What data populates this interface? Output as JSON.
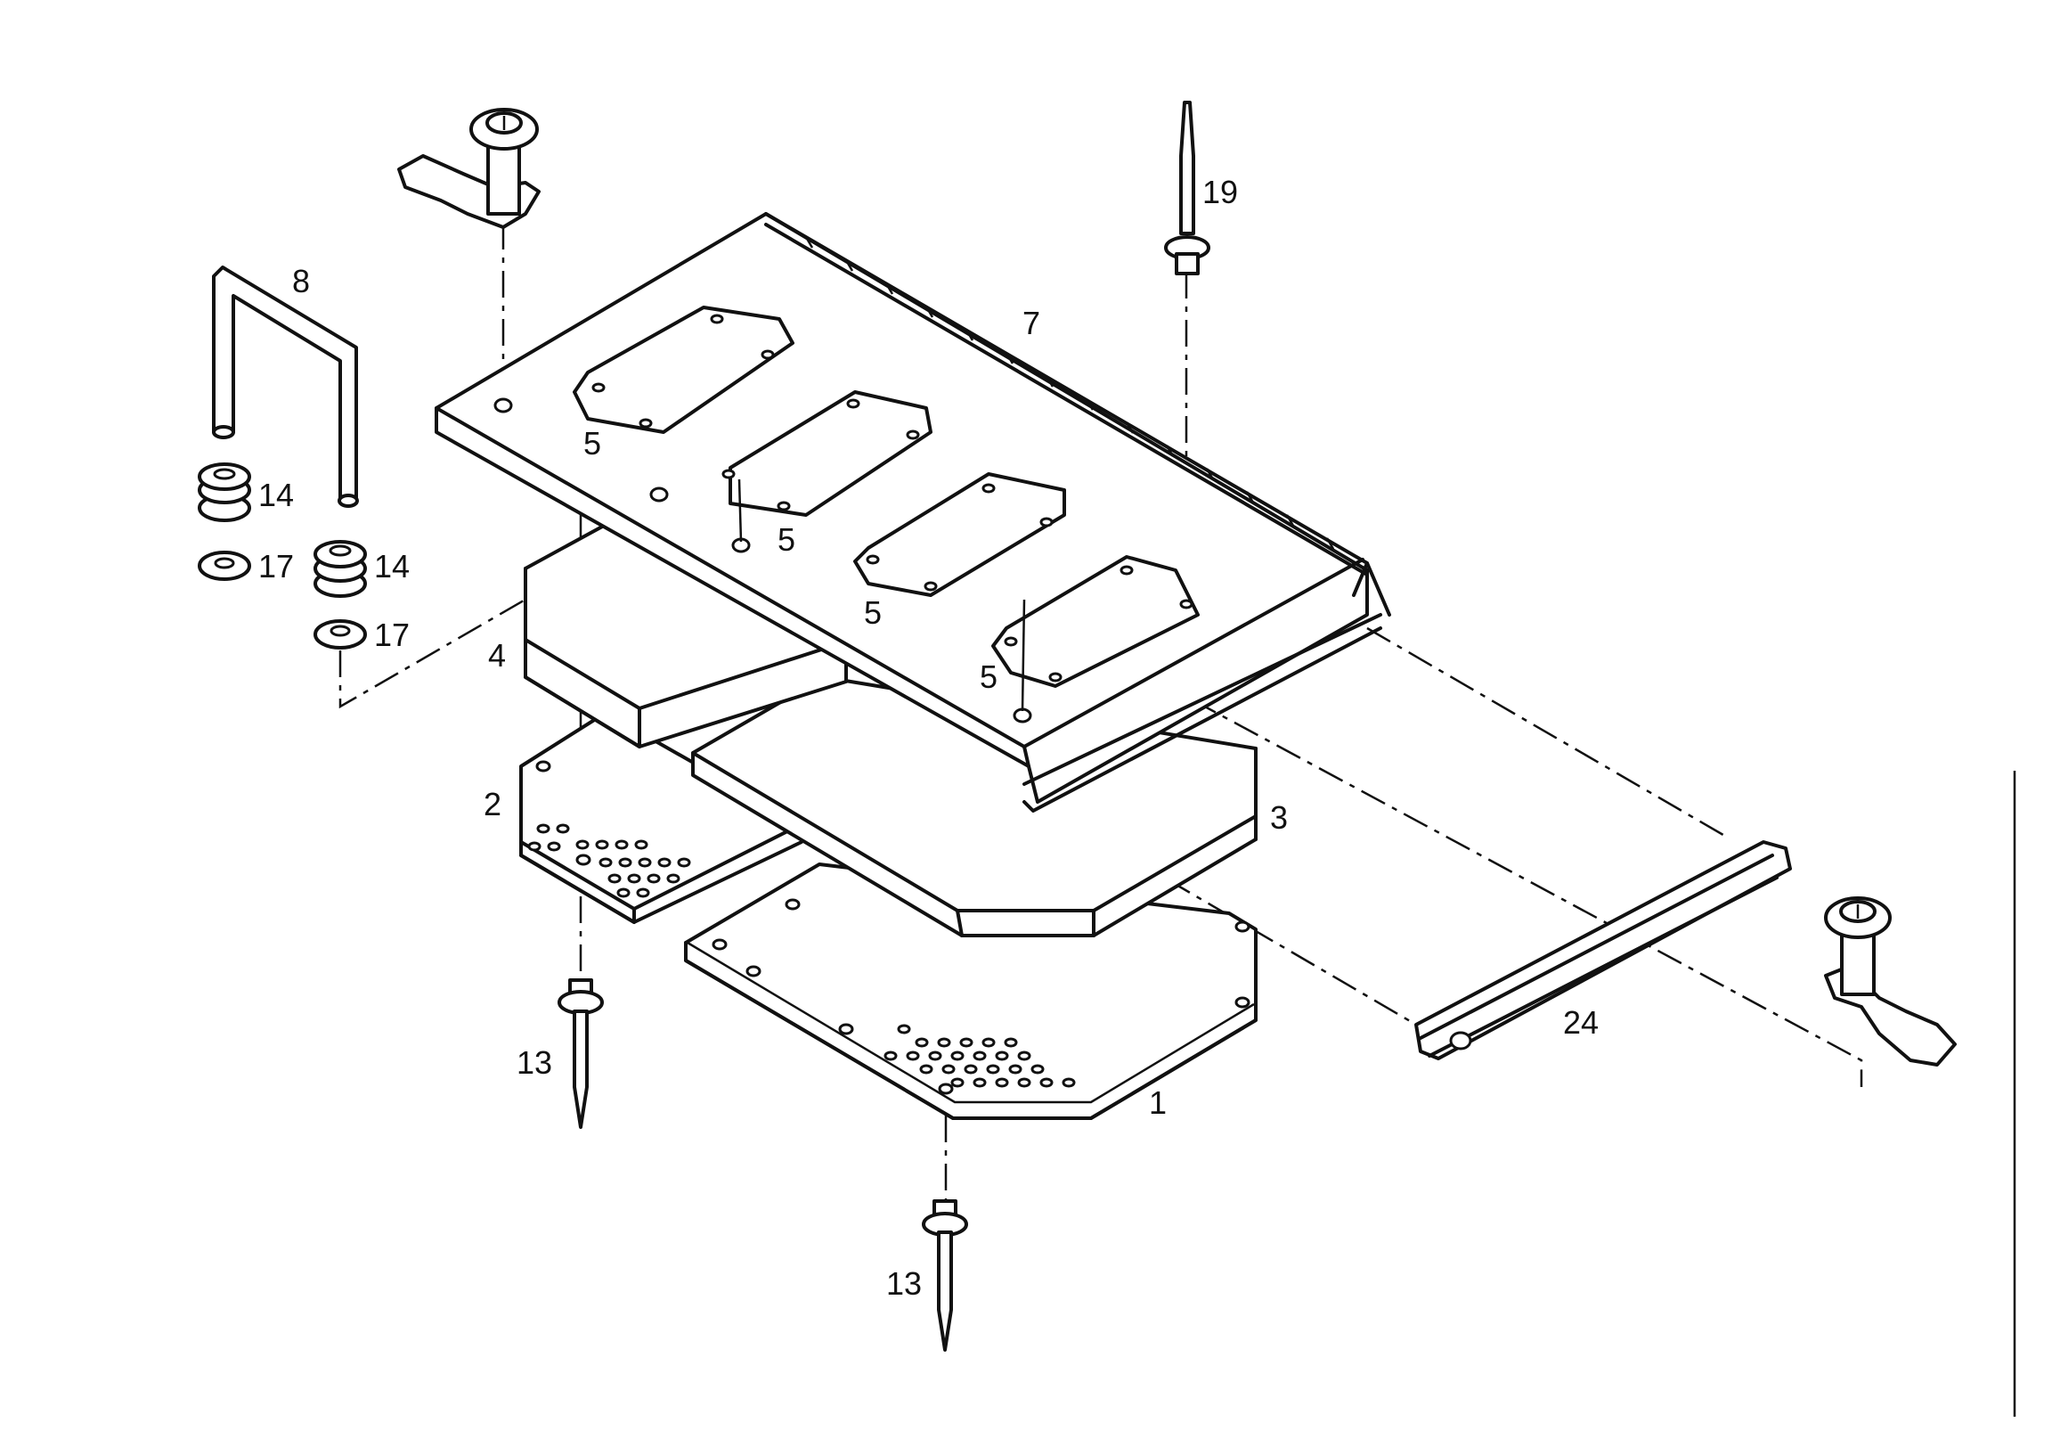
{
  "diagram": {
    "callouts": {
      "part_1": "1",
      "part_2": "2",
      "part_3": "3",
      "part_4": "4",
      "part_5a": "5",
      "part_5b": "5",
      "part_5c": "5",
      "part_5d": "5",
      "part_7": "7",
      "part_8": "8",
      "part_13a": "13",
      "part_13b": "13",
      "part_14a": "14",
      "part_14b": "14",
      "part_17a": "17",
      "part_17b": "17",
      "part_19": "19",
      "part_24": "24"
    },
    "colors": {
      "line": "#111111",
      "background": "#ffffff"
    }
  }
}
